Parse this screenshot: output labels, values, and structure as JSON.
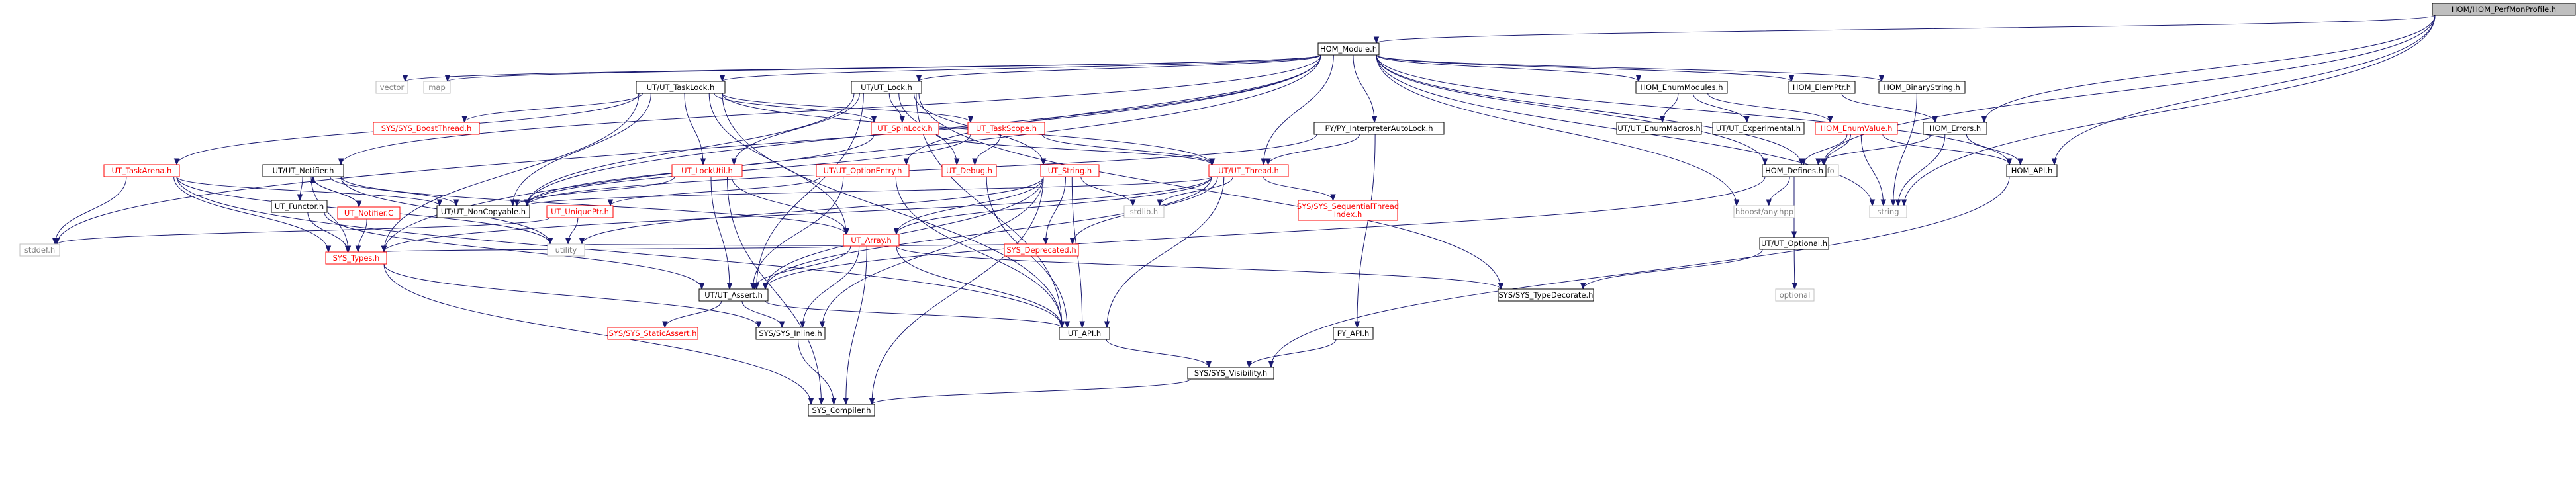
{
  "graph": {
    "nodes": [
      {
        "id": "root",
        "label": "HOM/HOM_PerfMonProfile.h",
        "style": "root"
      },
      {
        "id": "module",
        "label": "HOM_Module.h",
        "style": "black"
      },
      {
        "id": "vector",
        "label": "vector",
        "style": "gray"
      },
      {
        "id": "map",
        "label": "map",
        "style": "gray"
      },
      {
        "id": "tasklock",
        "label": "UT/UT_TaskLock.h",
        "style": "black"
      },
      {
        "id": "utlock",
        "label": "UT/UT_Lock.h",
        "style": "black"
      },
      {
        "id": "pyinterp",
        "label": "PY/PY_InterpreterAutoLock.h",
        "style": "black"
      },
      {
        "id": "homenummod",
        "label": "HOM_EnumModules.h",
        "style": "black"
      },
      {
        "id": "homelemptr",
        "label": "HOM_ElemPtr.h",
        "style": "black"
      },
      {
        "id": "hombinstr",
        "label": "HOM_BinaryString.h",
        "style": "black"
      },
      {
        "id": "boostthread",
        "label": "SYS/SYS_BoostThread.h",
        "style": "red"
      },
      {
        "id": "spinlock",
        "label": "UT_SpinLock.h",
        "style": "red"
      },
      {
        "id": "taskscope",
        "label": "UT_TaskScope.h",
        "style": "red"
      },
      {
        "id": "utenummacros",
        "label": "UT/UT_EnumMacros.h",
        "style": "black"
      },
      {
        "id": "utexperimental",
        "label": "UT/UT_Experimental.h",
        "style": "black"
      },
      {
        "id": "homenumvalue",
        "label": "HOM_EnumValue.h",
        "style": "red"
      },
      {
        "id": "homerrors",
        "label": "HOM_Errors.h",
        "style": "black"
      },
      {
        "id": "tasknarena",
        "label": "UT_TaskArena.h",
        "style": "red"
      },
      {
        "id": "utnotifier",
        "label": "UT/UT_Notifier.h",
        "style": "black"
      },
      {
        "id": "lockutil",
        "label": "UT_LockUtil.h",
        "style": "red"
      },
      {
        "id": "optionentry",
        "label": "UT/UT_OptionEntry.h",
        "style": "red"
      },
      {
        "id": "utdebug",
        "label": "UT_Debug.h",
        "style": "red"
      },
      {
        "id": "utstring",
        "label": "UT_String.h",
        "style": "red"
      },
      {
        "id": "utthread",
        "label": "UT/UT_Thread.h",
        "style": "red"
      },
      {
        "id": "typeinfo",
        "label": "typeinfo",
        "style": "gray"
      },
      {
        "id": "homdefines",
        "label": "HOM_Defines.h",
        "style": "black"
      },
      {
        "id": "homapi",
        "label": "HOM_API.h",
        "style": "black"
      },
      {
        "id": "utfunctor",
        "label": "UT_Functor.h",
        "style": "black"
      },
      {
        "id": "utnotifierc",
        "label": "UT_Notifier.C",
        "style": "red"
      },
      {
        "id": "noncopyable",
        "label": "UT/UT_NonCopyable.h",
        "style": "black"
      },
      {
        "id": "uniqueptr",
        "label": "UT_UniquePtr.h",
        "style": "red"
      },
      {
        "id": "stdlib",
        "label": "stdlib.h",
        "style": "gray"
      },
      {
        "id": "seqthread1",
        "label": "SYS/SYS_SequentialThread",
        "style": "red"
      },
      {
        "id": "seqthread2",
        "label": "Index.h",
        "style": "red"
      },
      {
        "id": "hboost",
        "label": "hboost/any.hpp",
        "style": "gray"
      },
      {
        "id": "string",
        "label": "string",
        "style": "gray"
      },
      {
        "id": "utoptional",
        "label": "UT/UT_Optional.h",
        "style": "black"
      },
      {
        "id": "stddef",
        "label": "stddef.h",
        "style": "gray"
      },
      {
        "id": "systypes",
        "label": "SYS_Types.h",
        "style": "red"
      },
      {
        "id": "utility",
        "label": "utility",
        "style": "gray"
      },
      {
        "id": "utarray",
        "label": "UT_Array.h",
        "style": "red"
      },
      {
        "id": "utassert",
        "label": "UT/UT_Assert.h",
        "style": "black"
      },
      {
        "id": "deprecated",
        "label": "SYS_Deprecated.h",
        "style": "red"
      },
      {
        "id": "typedecorate",
        "label": "SYS/SYS_TypeDecorate.h",
        "style": "black"
      },
      {
        "id": "optional",
        "label": "optional",
        "style": "gray"
      },
      {
        "id": "staticassert",
        "label": "SYS/SYS_StaticAssert.h",
        "style": "red"
      },
      {
        "id": "sysinline",
        "label": "SYS/SYS_Inline.h",
        "style": "black"
      },
      {
        "id": "utapi",
        "label": "UT_API.h",
        "style": "black"
      },
      {
        "id": "pyapi",
        "label": "PY_API.h",
        "style": "black"
      },
      {
        "id": "visibility",
        "label": "SYS/SYS_Visibility.h",
        "style": "black"
      },
      {
        "id": "compiler",
        "label": "SYS_Compiler.h",
        "style": "black"
      }
    ]
  }
}
